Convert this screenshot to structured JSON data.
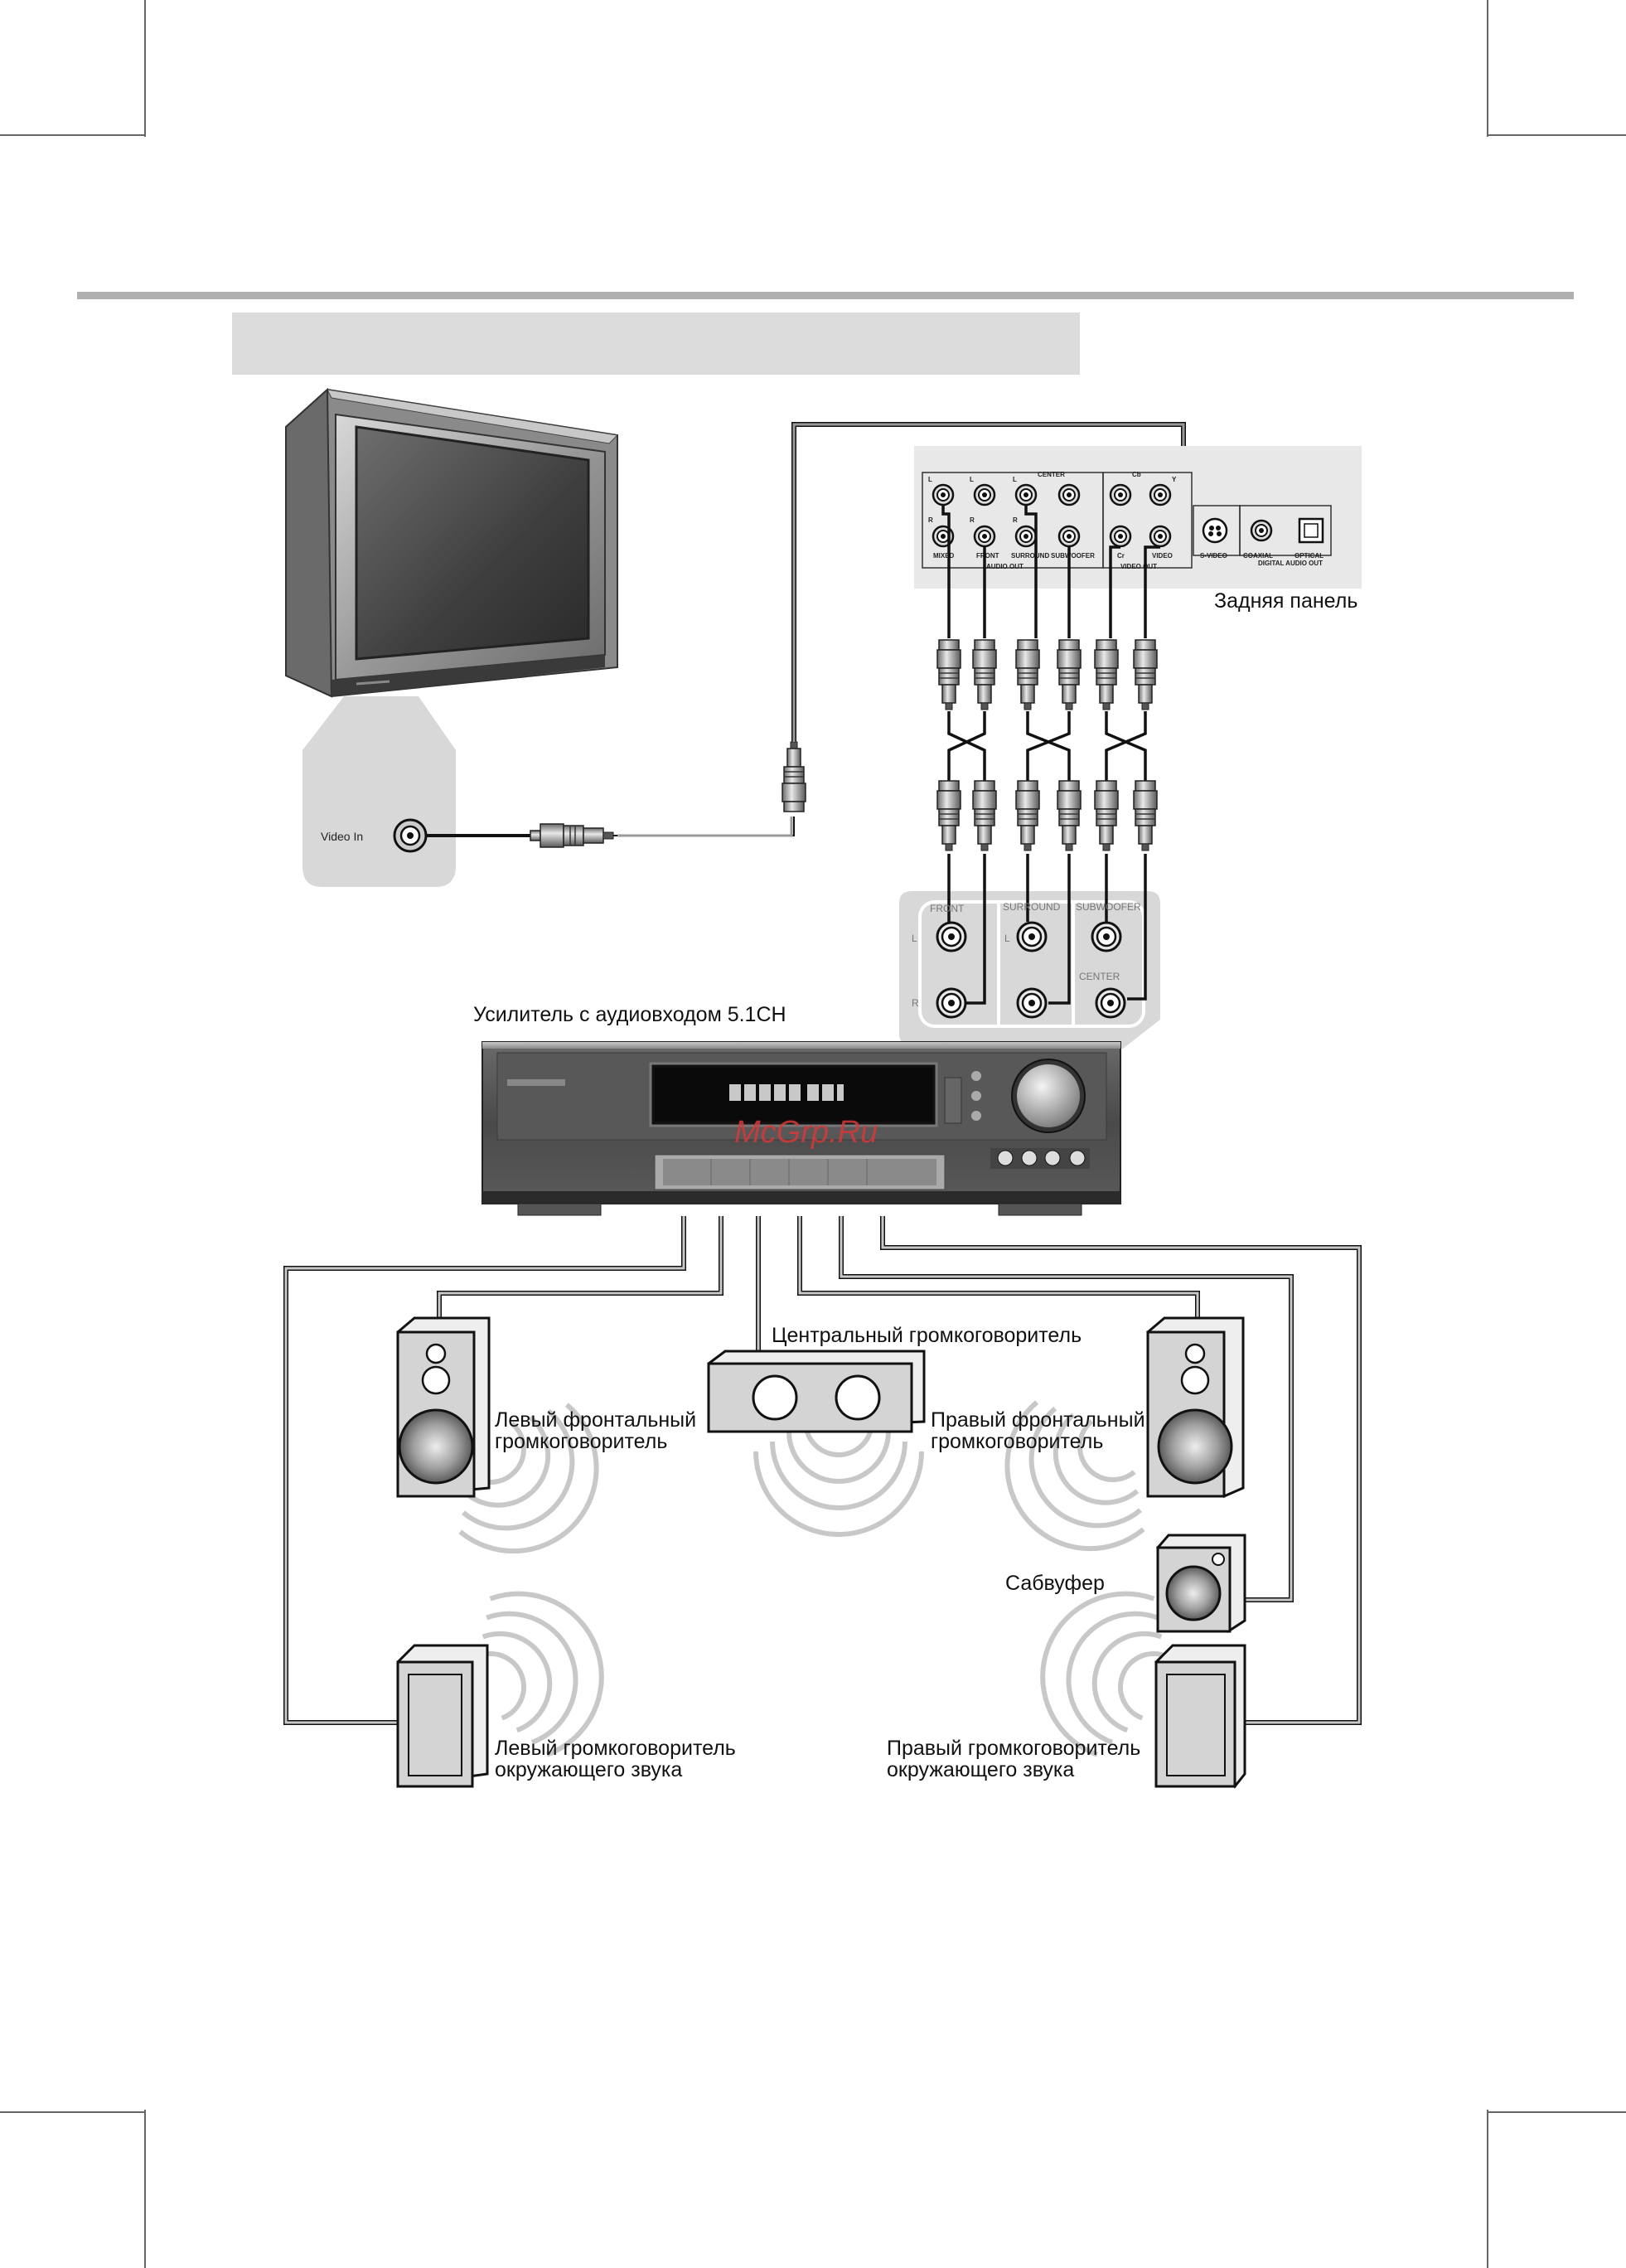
{
  "labels": {
    "rear_panel": "Задняя панель",
    "video_in": "Video In",
    "amplifier": "Усилитель с аудиовходом 5.1CH",
    "center_speaker": "Центральный громкоговоритель",
    "left_front_line1": "Левый фронтальный",
    "left_front_line2": "громкоговоритель",
    "right_front_line1": "Правый фронтальный",
    "right_front_line2": "громкоговоритель",
    "subwoofer": "Сабвуфер",
    "left_surround_line1": "Левый громкоговоритель",
    "left_surround_line2": "окружающего звука",
    "right_surround_line1": "Правый громкоговоритель",
    "right_surround_line2": "окружающего звука"
  },
  "rear_panel_jacks": {
    "top_row": [
      "L",
      "L",
      "L",
      "CENTER",
      "Cb",
      "Y"
    ],
    "bottom_row": [
      "MIXED",
      "FRONT",
      "SURROUND",
      "SUBWOOFER",
      "Cr",
      "VIDEO",
      "S-VIDEO",
      "COAXIAL",
      "OPTICAL"
    ],
    "groups": [
      "AUDIO OUT",
      "VIDEO OUT",
      "DIGITAL AUDIO OUT"
    ]
  },
  "amp_inputs": {
    "front": "FRONT",
    "surround": "SURROUND",
    "subwoofer": "SUBWOOFER",
    "center": "CENTER",
    "l": "L",
    "r": "R"
  },
  "watermark": "McGrp.Ru",
  "colors": {
    "cable": "#9a9a9a",
    "wire": "#111111",
    "panel": "#e8e8e8",
    "header_bar": "#dcdcdc",
    "watermark": "#d43a3a"
  }
}
